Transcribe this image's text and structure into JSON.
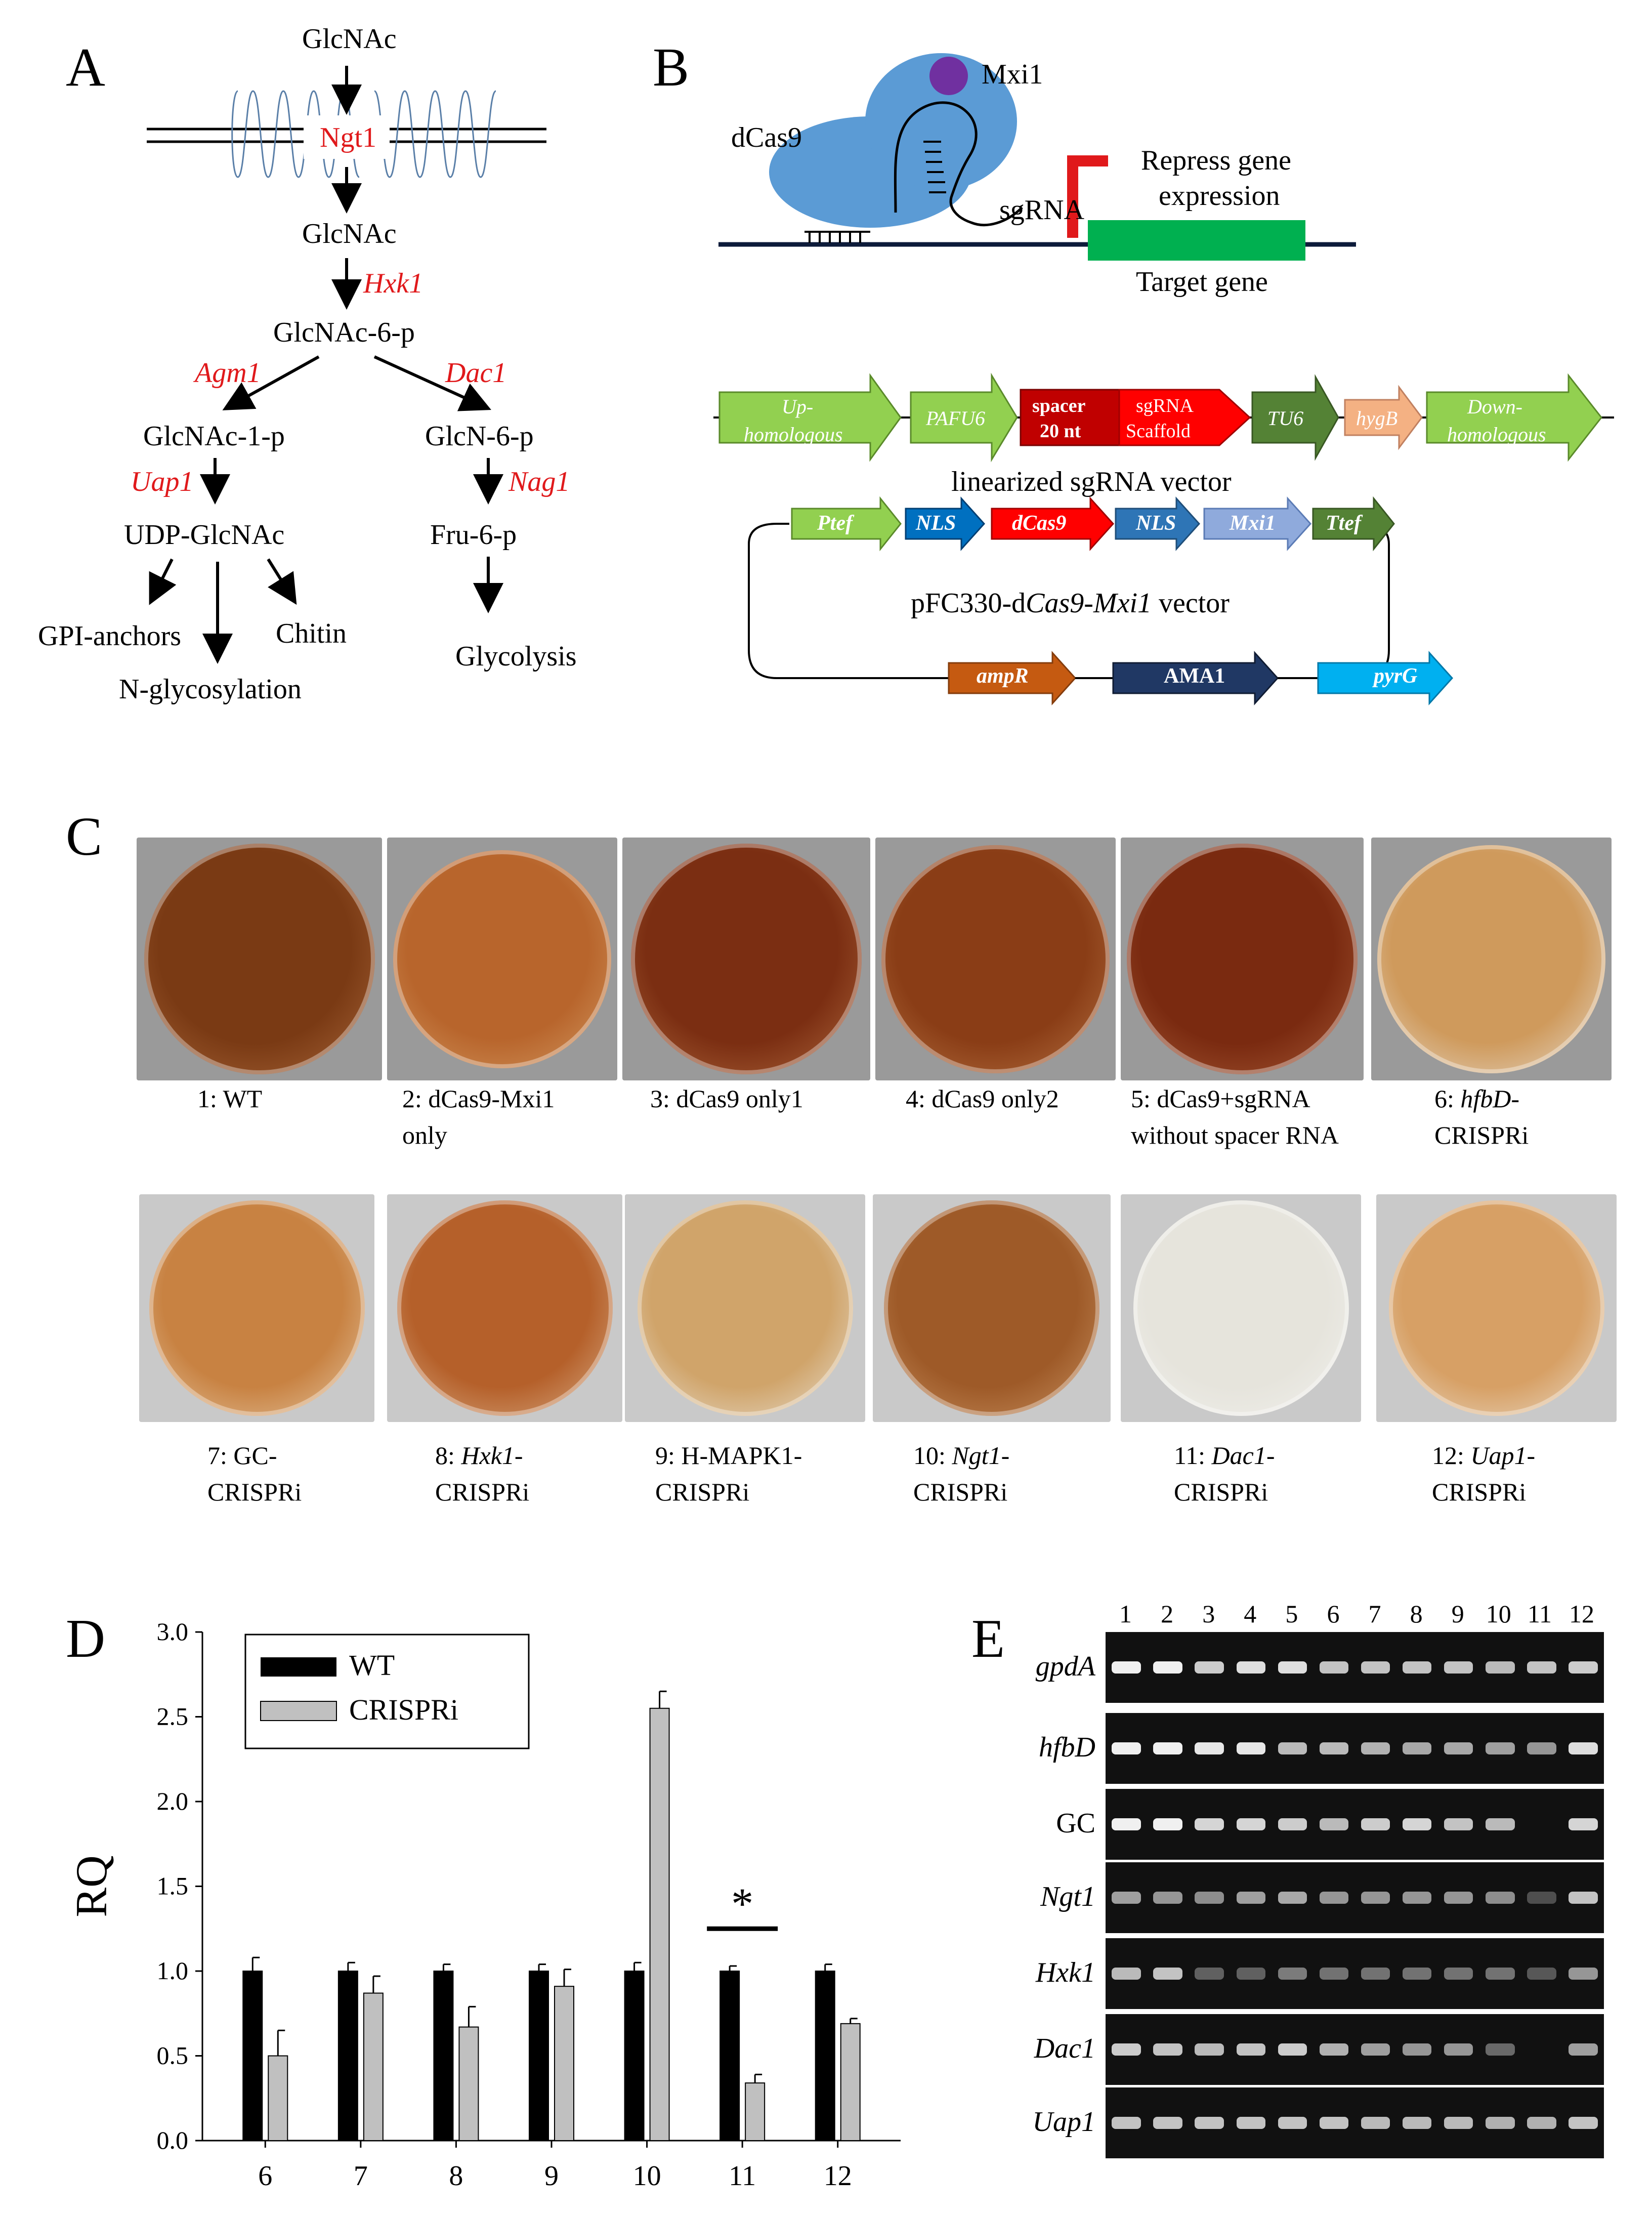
{
  "panels": {
    "A": {
      "letter": "A",
      "nodes": {
        "glcnac_top": "GlcNAc",
        "ngt1": "Ngt1",
        "glcnac_in": "GlcNAc",
        "hxk1": "Hxk1",
        "glcnac6p": "GlcNAc-6-p",
        "agm1": "Agm1",
        "dac1": "Dac1",
        "glcnac1p": "GlcNAc-1-p",
        "glcn6p": "GlcN-6-p",
        "uap1": "Uap1",
        "nag1": "Nag1",
        "udp_glcnac": "UDP-GlcNAc",
        "fru6p": "Fru-6-p",
        "gpi": "GPI-anchors",
        "chitin": "Chitin",
        "nglyc": "N-glycosylation",
        "glycolysis": "Glycolysis"
      }
    },
    "B": {
      "letter": "B",
      "mxi1": "Mxi1",
      "dcas9": "dCas9",
      "sgrna": "sgRNA",
      "repress_line1": "Repress gene",
      "repress_line2": "expression",
      "target": "Target gene",
      "linear_caption": "linearized sgRNA vector",
      "linear_parts": {
        "up1": "Up-",
        "up2": "homologous",
        "pafu6": "PAFU6",
        "spacer1": "spacer",
        "spacer2": "20 nt",
        "sg1": "sgRNA",
        "sg2": "Scaffold",
        "tu6": "TU6",
        "hygb": "hygB",
        "down1": "Down-",
        "down2": "homologous"
      },
      "plasmid_caption_pre": "pFC330-d",
      "plasmid_caption_it": "Cas9-Mxi1",
      "plasmid_caption_post": " vector",
      "plasmid_parts": {
        "ptef": "Ptef",
        "nls1": "NLS",
        "dcas9": "dCas9",
        "nls2": "NLS",
        "mxi1": "Mxi1",
        "ttef": "Ttef",
        "ampr": "ampR",
        "ama1": "AMA1",
        "pyrg": "pyrG"
      }
    },
    "C": {
      "letter": "C",
      "captions": [
        {
          "l1": "1: WT",
          "l2": ""
        },
        {
          "l1": "2: dCas9-Mxi1",
          "l2": "only"
        },
        {
          "l1": "3: dCas9 only1",
          "l2": ""
        },
        {
          "l1": "4: dCas9 only2",
          "l2": ""
        },
        {
          "l1": "5: dCas9+sgRNA",
          "l2": "without spacer RNA"
        },
        {
          "l1pre": "6: ",
          "l1it": "hfbD",
          "l1post": "-",
          "l2": "CRISPRi"
        },
        {
          "l1": "7: GC-",
          "l2": "CRISPRi"
        },
        {
          "l1pre": "8: ",
          "l1it": "Hxk1",
          "l1post": "-",
          "l2": "CRISPRi"
        },
        {
          "l1": "9: H-MAPK1-",
          "l2": "CRISPRi"
        },
        {
          "l1pre": "10: ",
          "l1it": "Ngt1",
          "l1post": "-",
          "l2": "CRISPRi"
        },
        {
          "l1pre": "11: ",
          "l1it": "Dac1",
          "l1post": "-",
          "l2": "CRISPRi"
        },
        {
          "l1pre": "12: ",
          "l1it": "Uap1",
          "l1post": "-",
          "l2": "CRISPRi"
        }
      ]
    },
    "D": {
      "letter": "D",
      "significance": "*"
    },
    "E": {
      "letter": "E",
      "lanes": [
        "1",
        "2",
        "3",
        "4",
        "5",
        "6",
        "7",
        "8",
        "9",
        "10",
        "11",
        "12"
      ],
      "rows": [
        {
          "label": "gpdA",
          "italic": true,
          "bands": [
            1,
            1,
            0.8,
            0.9,
            0.9,
            0.75,
            0.75,
            0.75,
            0.75,
            0.7,
            0.75,
            0.8
          ]
        },
        {
          "label": "hfbD",
          "italic": true,
          "bands": [
            1,
            1,
            0.95,
            0.95,
            0.7,
            0.7,
            0.65,
            0.6,
            0.6,
            0.55,
            0.5,
            0.9
          ]
        },
        {
          "label": "GC",
          "italic": false,
          "bands": [
            1,
            1,
            0.85,
            0.85,
            0.8,
            0.7,
            0.8,
            0.85,
            0.75,
            0.7,
            0.0,
            0.85
          ]
        },
        {
          "label": "Ngt1",
          "italic": true,
          "bands": [
            0.55,
            0.5,
            0.45,
            0.55,
            0.6,
            0.5,
            0.5,
            0.5,
            0.5,
            0.45,
            0.1,
            0.75
          ]
        },
        {
          "label": "Hxk1",
          "italic": true,
          "bands": [
            0.7,
            0.75,
            0.2,
            0.2,
            0.35,
            0.3,
            0.3,
            0.3,
            0.3,
            0.3,
            0.15,
            0.5
          ]
        },
        {
          "label": "Dac1",
          "italic": true,
          "bands": [
            0.8,
            0.75,
            0.7,
            0.75,
            0.8,
            0.65,
            0.55,
            0.5,
            0.5,
            0.25,
            0.0,
            0.55
          ]
        },
        {
          "label": "Uap1",
          "italic": true,
          "bands": [
            0.75,
            0.75,
            0.75,
            0.75,
            0.75,
            0.75,
            0.7,
            0.7,
            0.7,
            0.65,
            0.65,
            0.75
          ]
        }
      ]
    }
  },
  "colors": {
    "wt_bar": "#000000",
    "crispri_bar": "#c0c0c0",
    "enzyme_red": "#e0191b",
    "dcas9_blue": "#5b9bd5",
    "mxi1_purple": "#7030a0",
    "target_green": "#00b050"
  },
  "plates": [
    {
      "tone": "#7a3a14",
      "rim": "#a9673a"
    },
    {
      "tone": "#b8652c",
      "rim": "#d39a62"
    },
    {
      "tone": "#7b2e12",
      "rim": "#b06a3e"
    },
    {
      "tone": "#8a3d16",
      "rim": "#b77444"
    },
    {
      "tone": "#7a2a10",
      "rim": "#a85c38"
    },
    {
      "tone": "#cf9a5c",
      "rim": "#e6ddd0"
    },
    {
      "tone": "#c88242",
      "rim": "#e5c9a6"
    },
    {
      "tone": "#b5602a",
      "rim": "#d9b08a"
    },
    {
      "tone": "#d0a46a",
      "rim": "#e8e2d6"
    },
    {
      "tone": "#9e5a28",
      "rim": "#c99362"
    },
    {
      "tone": "#e6e4dc",
      "rim": "#f1f1ee"
    },
    {
      "tone": "#d7a065",
      "rim": "#eadfcf"
    }
  ],
  "chart_data": {
    "type": "bar",
    "ylabel": "RQ",
    "xlabel": "",
    "ylim": [
      0,
      3.0
    ],
    "yticks": [
      "0.0",
      "0.5",
      "1.0",
      "1.5",
      "2.0",
      "2.5",
      "3.0"
    ],
    "categories": [
      "6",
      "7",
      "8",
      "9",
      "10",
      "11",
      "12"
    ],
    "legend_position": "top-left",
    "series": [
      {
        "name": "WT",
        "values": [
          1.0,
          1.0,
          1.0,
          1.0,
          1.0,
          1.0,
          1.0
        ],
        "errors": [
          0.08,
          0.05,
          0.04,
          0.04,
          0.05,
          0.03,
          0.04
        ]
      },
      {
        "name": "CRISPRi",
        "values": [
          0.5,
          0.87,
          0.67,
          0.91,
          2.55,
          0.34,
          0.69
        ],
        "errors": [
          0.15,
          0.1,
          0.12,
          0.1,
          0.1,
          0.05,
          0.03
        ]
      }
    ],
    "annotations": [
      {
        "category": "11",
        "text": "*"
      }
    ]
  }
}
